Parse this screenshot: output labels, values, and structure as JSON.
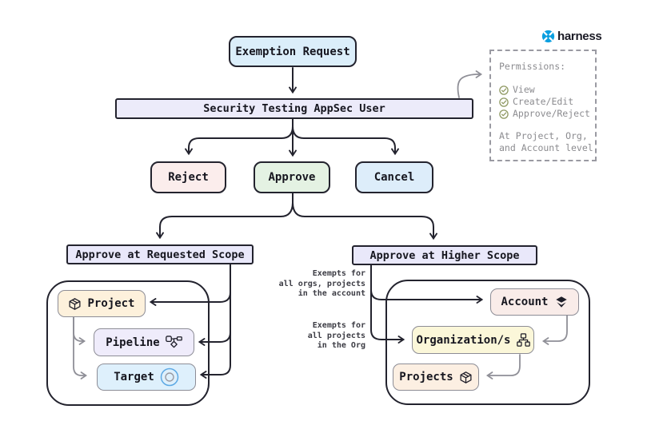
{
  "brand": {
    "name": "harness"
  },
  "nodes": {
    "exemption_request": "Exemption Request",
    "appsec_user": "Security Testing AppSec User",
    "reject": "Reject",
    "approve": "Approve",
    "cancel": "Cancel",
    "approve_requested": "Approve at Requested Scope",
    "approve_higher": "Approve at Higher Scope",
    "project": "Project",
    "pipeline": "Pipeline",
    "target": "Target",
    "account": "Account",
    "organization": "Organization/s",
    "projects": "Projects"
  },
  "permissions": {
    "title": "Permissions:",
    "items": [
      "View",
      "Create/Edit",
      "Approve/Reject"
    ],
    "footer_line1": "At Project, Org,",
    "footer_line2": "and Account level"
  },
  "annotations": {
    "account_scope": [
      "Exempts for",
      "all orgs, projects",
      "in the account"
    ],
    "org_scope": [
      "Exempts for",
      "all projects",
      "in the Org"
    ]
  },
  "colors": {
    "arrow_black": "#23232e",
    "arrow_gray": "#8f8f97",
    "brand_blue": "#0a9fe0",
    "check_olive": "#909a64",
    "exemption_fill": "#dbeefa",
    "security_fill": "#ecebfa",
    "reject_fill": "#fbedec",
    "approve_fill": "#e4f2e3",
    "cancel_fill": "#ddedfa",
    "scope_fill": "#e9e8fa",
    "project_fill": "#fdf1dc",
    "pipeline_fill": "#efecfb",
    "target_fill": "#def0fc",
    "account_fill": "#f9ece9",
    "org_fill": "#fbf7d9",
    "projects_fill": "#fcefe2"
  }
}
